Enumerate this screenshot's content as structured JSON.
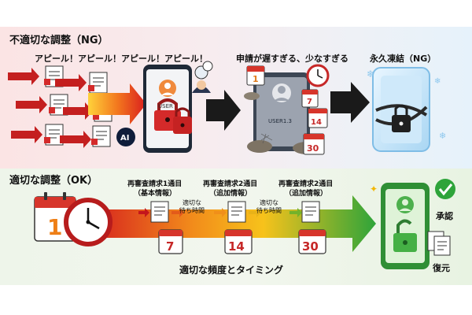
{
  "ng": {
    "title": "不適切な調整（NG）",
    "appeal_text": "アピール！アピール！アピール！アピール！",
    "device_user_label": "USER",
    "ai_badge": "AI",
    "late_caption": "申請が遅すぎる、少なすぎる",
    "late_user_label": "USER1.3",
    "late_calendar_days": [
      "1",
      "7",
      "14",
      "30"
    ],
    "frozen_caption": "永久凍結（NG）"
  },
  "ok": {
    "title": "適切な調整（OK）",
    "big_calendar_day": "1",
    "steps": [
      {
        "line1": "再審査請求1通目",
        "line2": "（基本情報）",
        "day": "7"
      },
      {
        "line1": "再審査請求2通目",
        "line2": "（追加情報）",
        "day": "14"
      },
      {
        "line1": "再審査請求2通目",
        "line2": "（追加情報）",
        "day": "30"
      }
    ],
    "wait_labels": [
      {
        "line1": "適切な",
        "line2": "待ち時間"
      },
      {
        "line1": "適切な",
        "line2": "待ち時間"
      }
    ],
    "bottom_caption": "適切な頻度とタイミング",
    "approved_label": "承認",
    "restored_label": "復元"
  },
  "colors": {
    "red_arrow": "#d91e1e",
    "ng_dark_arrow": "#1a1a1a",
    "ok_green": "#3aa83a",
    "lock_red": "#d42a2a",
    "lock_green": "#45b045",
    "calendar_red": "#d7352b"
  }
}
